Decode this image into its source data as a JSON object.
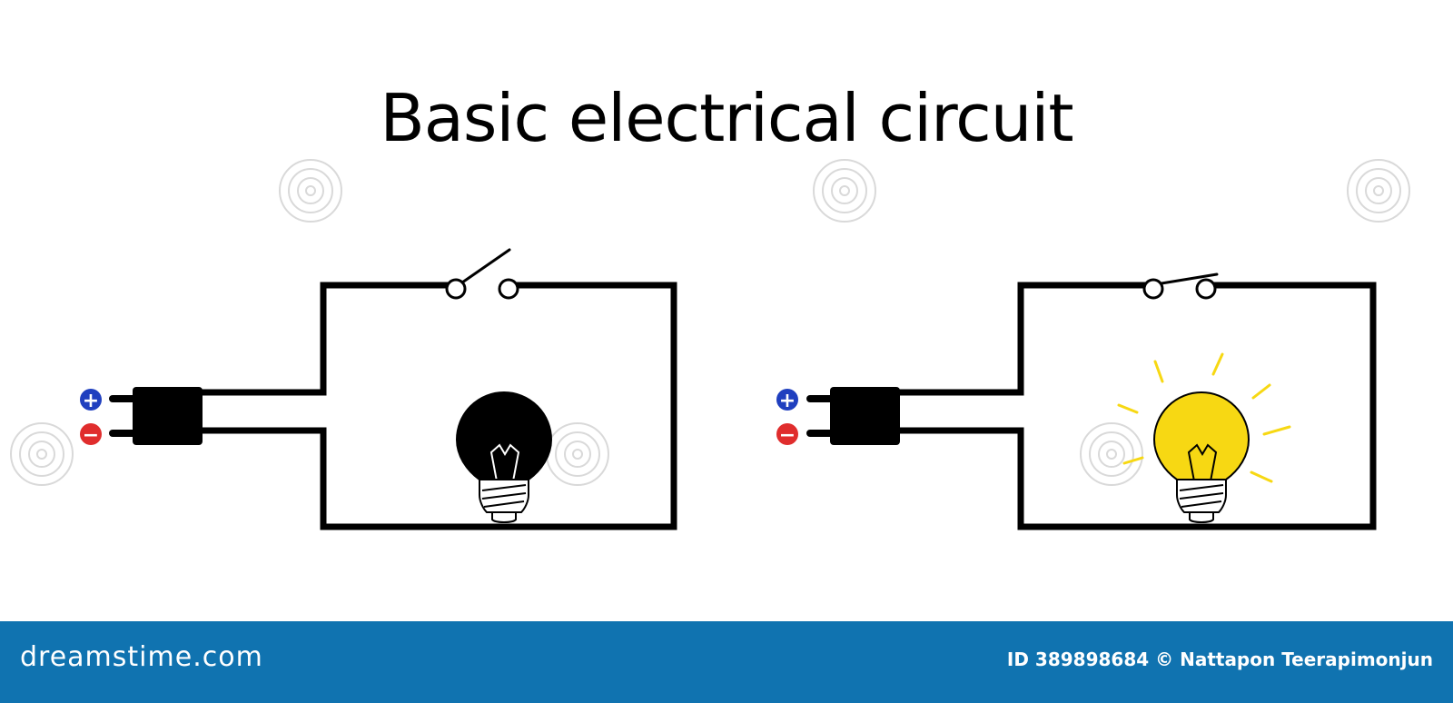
{
  "title": "Basic electrical circuit",
  "circuits": [
    {
      "name": "open-circuit",
      "switch_state": "open",
      "bulb_state": "off",
      "terminals": [
        "+",
        "−"
      ]
    },
    {
      "name": "closed-circuit",
      "switch_state": "closed",
      "bulb_state": "on",
      "terminals": [
        "+",
        "−"
      ]
    }
  ],
  "colors": {
    "wire": "#000000",
    "positive": "#1f3fbf",
    "negative": "#e02d2d",
    "bulb_off": "#000000",
    "bulb_on": "#f7d813",
    "glow": "#f7d813",
    "footer": "#1073b0"
  },
  "footer": {
    "logo": "dreamstime.com",
    "credit": "ID 389898684 © Nattapon Teerapimonjun"
  }
}
